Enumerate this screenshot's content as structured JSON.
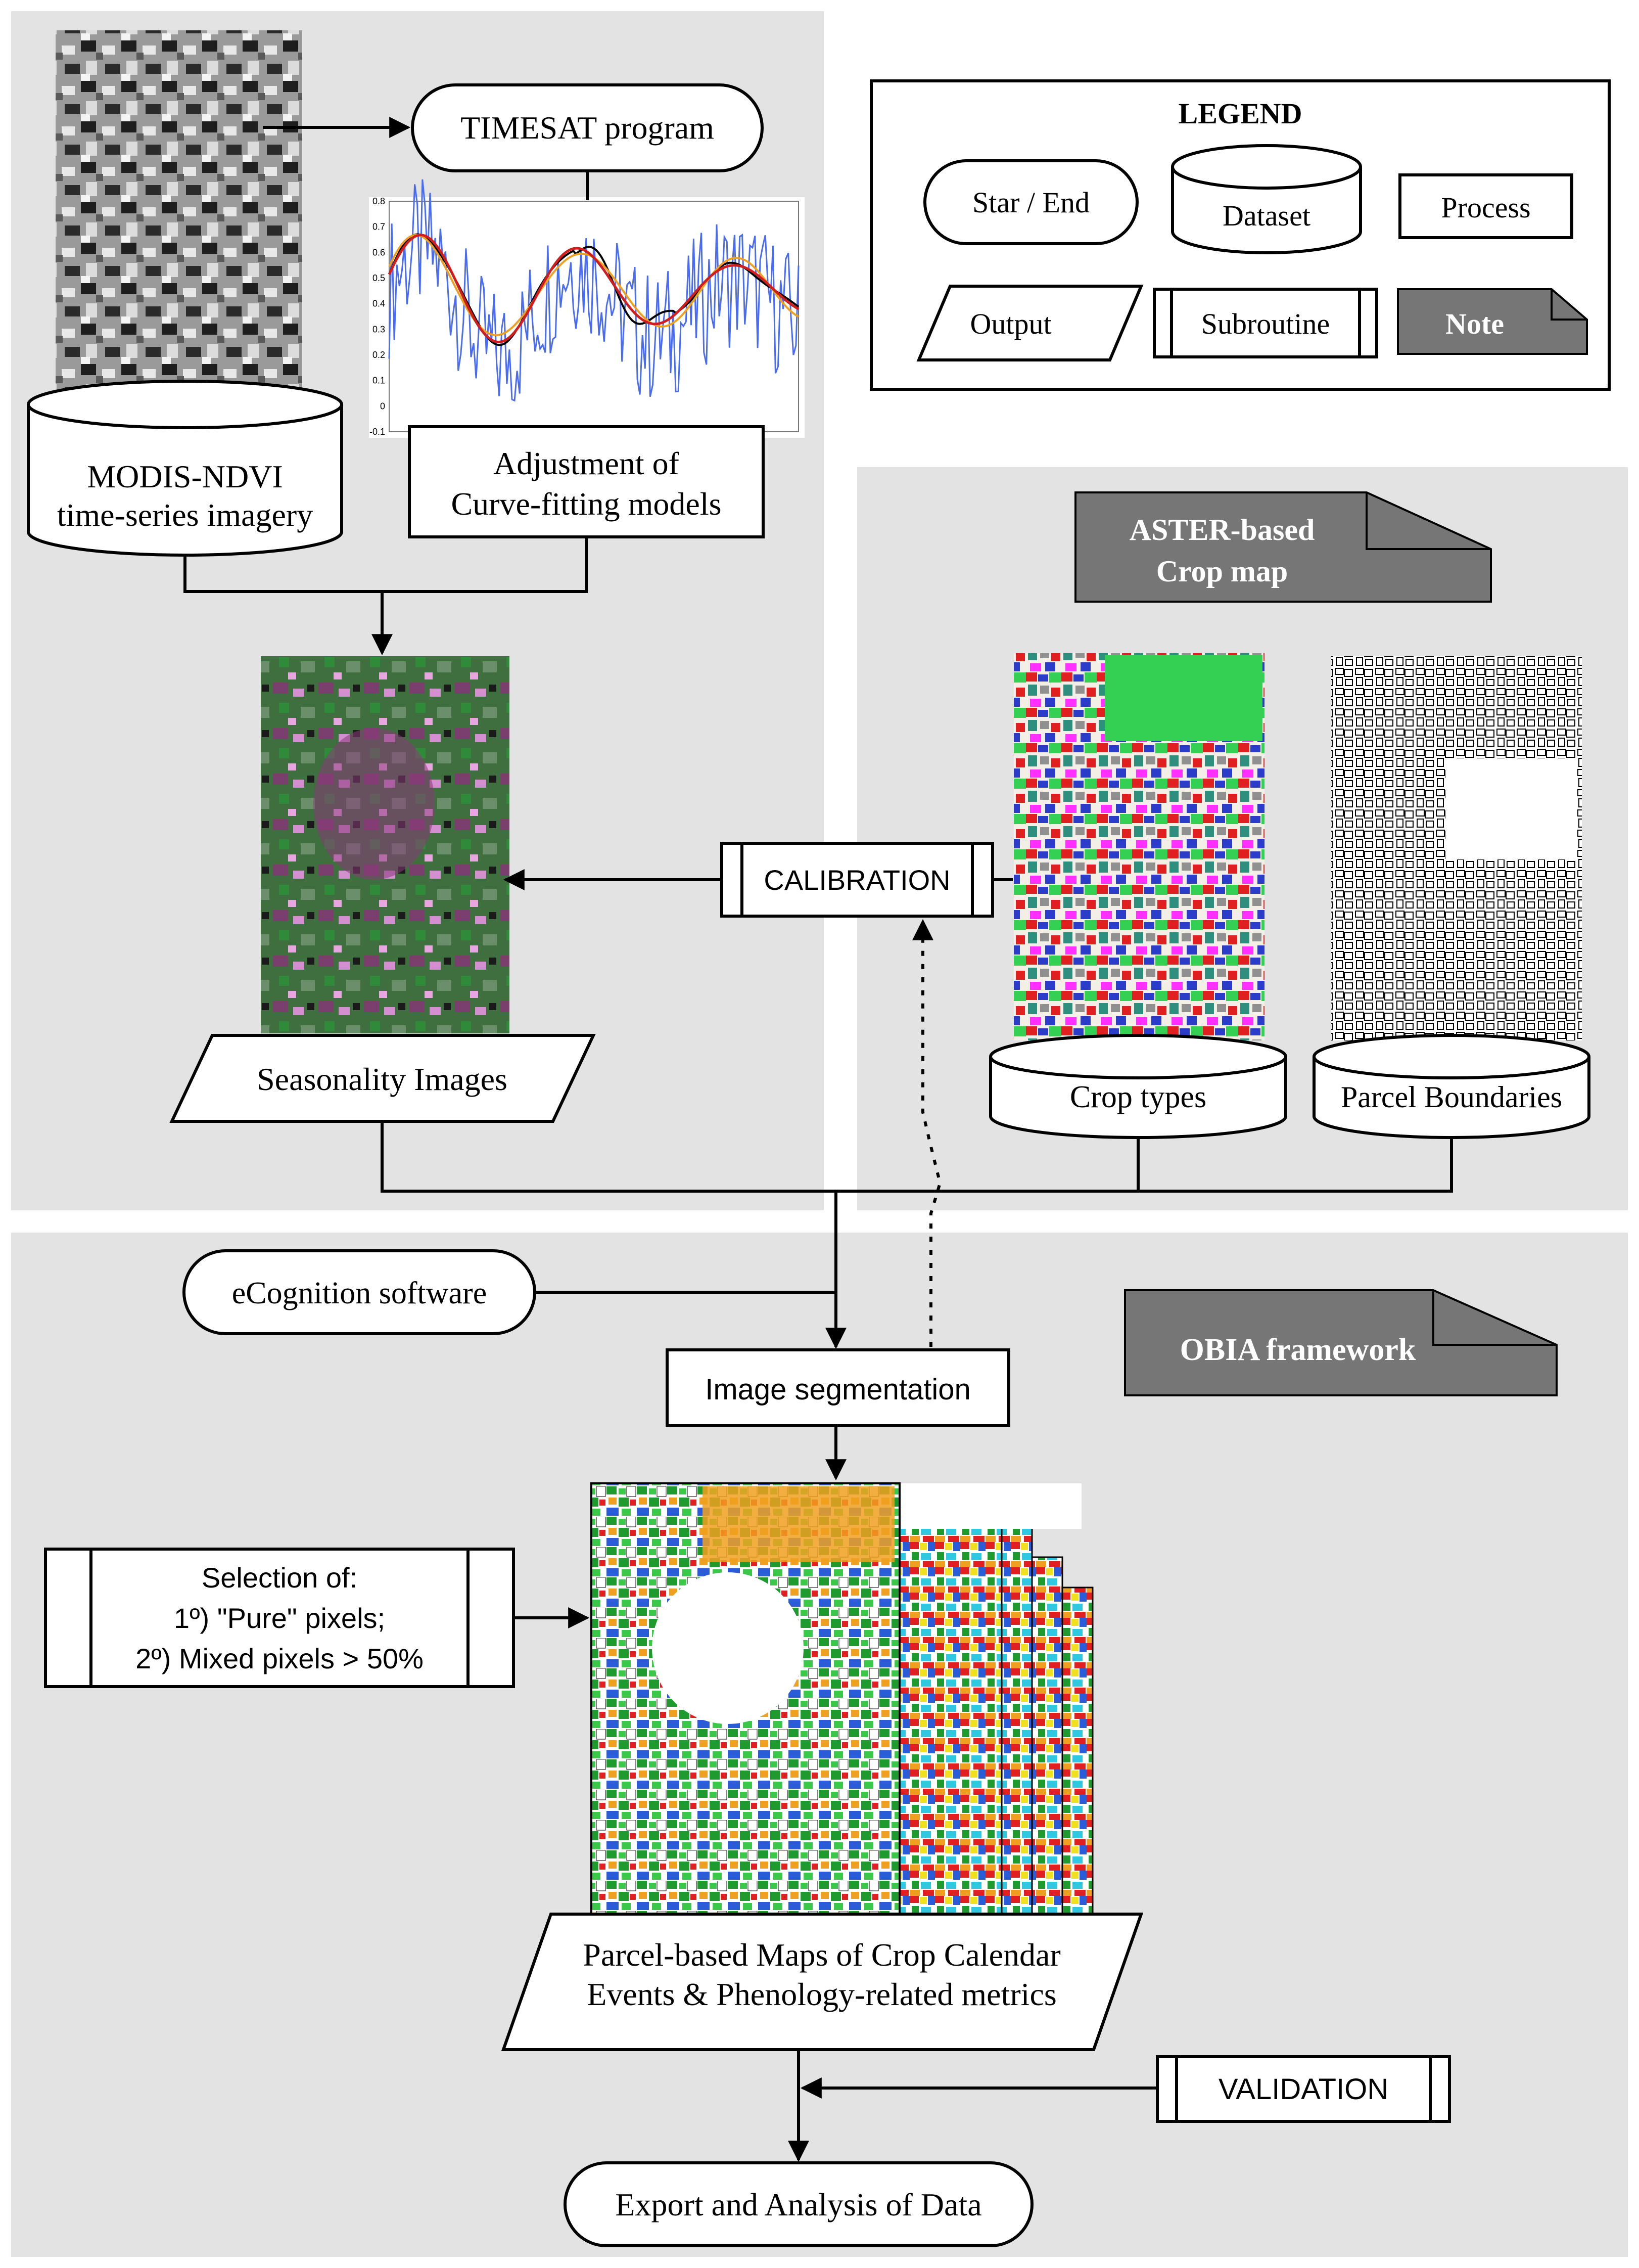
{
  "legend": {
    "title": "LEGEND",
    "start_end": "Star / End",
    "dataset": "Dataset",
    "process": "Process",
    "output": "Output",
    "subroutine": "Subroutine",
    "note": "Note"
  },
  "nodes": {
    "timesat": "TIMESAT program",
    "modis_line1": "MODIS-NDVI",
    "modis_line2": "time-series imagery",
    "adjust_line1": "Adjustment of",
    "adjust_line2": "Curve-fitting models",
    "aster_note_line1": "ASTER-based",
    "aster_note_line2": "Crop map",
    "calibration": "CALIBRATION",
    "seasonality": "Seasonality Images",
    "crop_types": "Crop types",
    "parcel_boundaries": "Parcel Boundaries",
    "ecognition": "eCognition software",
    "obia_note": "OBIA framework",
    "segmentation": "Image segmentation",
    "selection_line1": "Selection of:",
    "selection_line2": "1º) \"Pure\" pixels;",
    "selection_line3": "2º) Mixed pixels > 50%",
    "parcel_maps_line1": "Parcel-based Maps of Crop Calendar",
    "parcel_maps_line2": "Events & Phenology-related metrics",
    "validation": "VALIDATION",
    "export": "Export and Analysis of Data"
  },
  "colors": {
    "panel": "#e3e3e3",
    "note": "#767676",
    "line": "#000000",
    "timesat_blue": "#4a6cf0",
    "timesat_red": "#d01e1e",
    "timesat_orange": "#f0a020"
  },
  "timesat_chart": {
    "yticks": [
      "0.8",
      "0.7",
      "0.6",
      "0.5",
      "0.4",
      "0.3",
      "0.2",
      "0.1",
      "0",
      "-0.1"
    ]
  }
}
